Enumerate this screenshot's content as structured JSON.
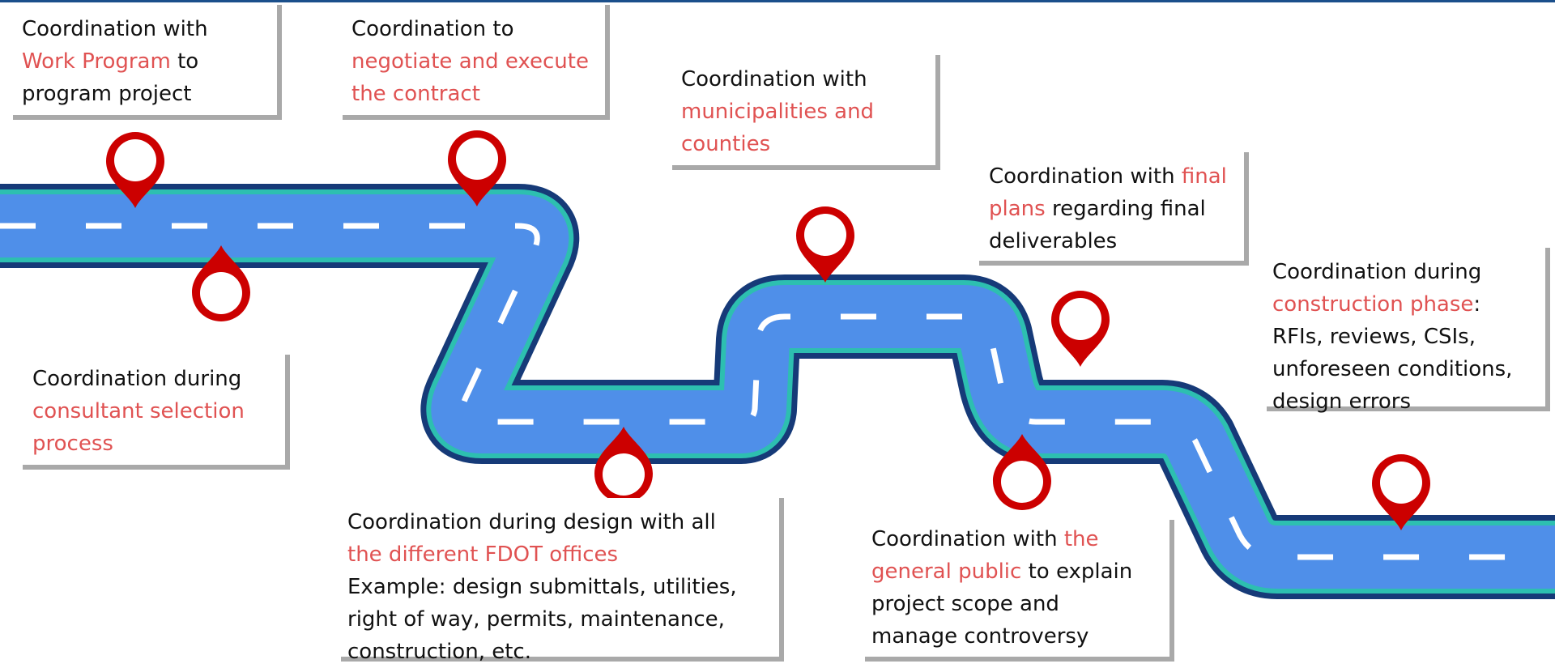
{
  "colors": {
    "road_fill": "#4f8fe9",
    "road_edge": "#2dbfb0",
    "road_border": "#163a78",
    "dash": "#ffffff",
    "pin": "#cc0000",
    "highlight": "#e05252",
    "text": "#111111",
    "card_shadow": "#a9a9a9"
  },
  "cards": {
    "c1": {
      "t1": "Coordination with",
      "h1": "Work Program",
      "t2": " to",
      "t3": "program project"
    },
    "c2": {
      "t1": "Coordination to",
      "h1": "negotiate and execute",
      "h2": "the contract"
    },
    "c3": {
      "t1": "Coordination with",
      "h1": "municipalities and",
      "h2": "counties"
    },
    "c4": {
      "t1": "Coordination with ",
      "h1": "final",
      "h2": "plans",
      "t2": " regarding final",
      "t3": "deliverables"
    },
    "c5": {
      "t1": "Coordination during",
      "h1": "construction phase",
      "t2": ":",
      "t3": "RFIs, reviews, CSIs,",
      "t4": "unforeseen conditions,",
      "t5": "design errors"
    },
    "c6": {
      "t1": "Coordination during",
      "h1": "consultant selection",
      "h2": "process"
    },
    "c7": {
      "t1": "Coordination during design with all",
      "h1": "the different FDOT offices",
      "t2": "Example: design submittals, utilities,",
      "t3": "right of way, permits, maintenance,",
      "t4": "construction, etc."
    },
    "c8": {
      "t1": "Coordination with ",
      "h1": "the",
      "h2": "general public",
      "t2": " to explain",
      "t3": "project scope and",
      "t4": "manage controversy"
    }
  }
}
